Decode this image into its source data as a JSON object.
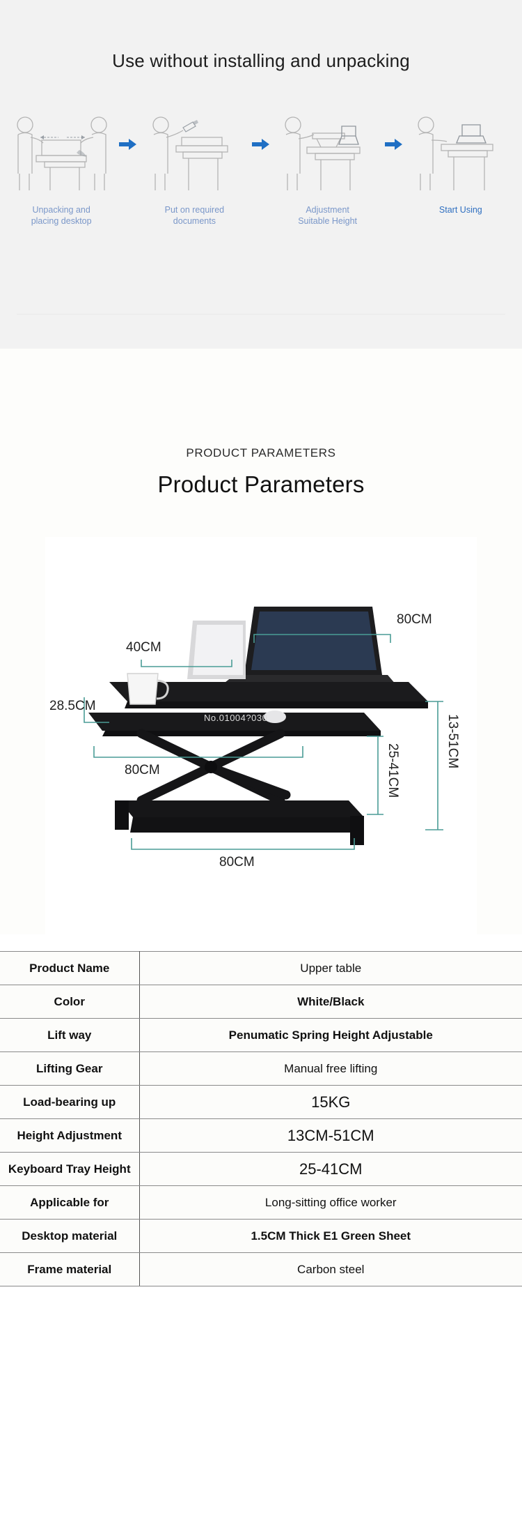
{
  "steps_section": {
    "title": "Use without installing and unpacking",
    "steps": [
      {
        "caption_line1": "Unpacking and",
        "caption_line2": "placing desktop",
        "icon": "two-people-carrying-riser-icon",
        "emphasis": false
      },
      {
        "caption_line1": "Put on required",
        "caption_line2": "documents",
        "icon": "person-placing-documents-icon",
        "emphasis": false
      },
      {
        "caption_line1": "Adjustment",
        "caption_line2": "Suitable Height",
        "icon": "person-adjusting-height-icon",
        "emphasis": false
      },
      {
        "caption_line1": "Start Using",
        "caption_line2": "",
        "icon": "person-using-desk-icon",
        "emphasis": true
      }
    ],
    "arrow_icon": "right-arrow-icon",
    "arrow_color": "#1f6fc4",
    "caption_color": "#7a97c9",
    "caption_color_active": "#2f6fc0",
    "background": "#f2f2f2"
  },
  "params_section": {
    "eyebrow": "PRODUCT PARAMETERS",
    "heading": "Product Parameters"
  },
  "diagram": {
    "dimension_color": "#4a9c96",
    "watermark": "No.01004?030",
    "labels": {
      "top_desk_width": "40CM",
      "upper_surface_width": "80CM",
      "lower_depth": "28.5CM",
      "keyboard_tray_width": "80CM",
      "base_width": "80CM",
      "total_height_range": "13-51CM",
      "tray_height_range": "25-41CM"
    }
  },
  "spec_table": {
    "rows": [
      {
        "key": "Product Name",
        "value": "Upper table",
        "style": "normal"
      },
      {
        "key": "Color",
        "value": "White/Black",
        "style": "bold"
      },
      {
        "key": "Lift way",
        "value": "Penumatic Spring Height Adjustable",
        "style": "bold"
      },
      {
        "key": "Lifting Gear",
        "value": "Manual free lifting",
        "style": "normal"
      },
      {
        "key": "Load-bearing up",
        "value": "15KG",
        "style": "big"
      },
      {
        "key": "Height Adjustment",
        "value": "13CM-51CM",
        "style": "big"
      },
      {
        "key": "Keyboard Tray Height",
        "value": "25-41CM",
        "style": "big"
      },
      {
        "key": "Applicable for",
        "value": "Long-sitting office worker",
        "style": "normal"
      },
      {
        "key": "Desktop material",
        "value": "1.5CM Thick E1 Green Sheet",
        "style": "bold"
      },
      {
        "key": "Frame material",
        "value": "Carbon steel",
        "style": "normal"
      }
    ]
  }
}
